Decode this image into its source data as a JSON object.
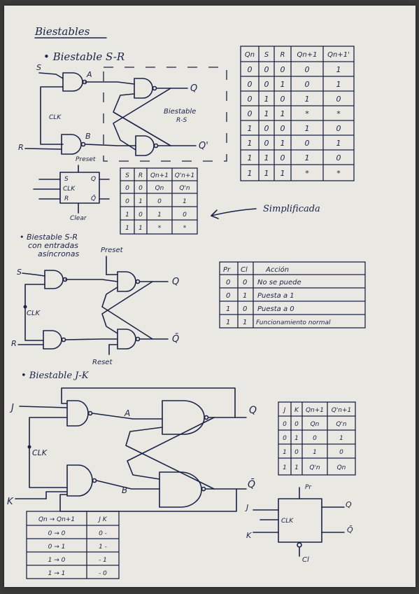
{
  "title": "Biestables",
  "sr": {
    "heading": "• Biestable S-R",
    "inputs": {
      "s": "S",
      "r": "R",
      "clk": "CLK"
    },
    "nodes": {
      "a": "A",
      "b": "B"
    },
    "outputs": {
      "q": "Q",
      "qn": "Q'"
    },
    "box_label": [
      "Biestable",
      "R-S"
    ],
    "full_table": {
      "headers": [
        "Qn",
        "S",
        "R",
        "Qn+1",
        "Qn+1'"
      ],
      "rows": [
        [
          "0",
          "0",
          "0",
          "0",
          "1"
        ],
        [
          "0",
          "0",
          "1",
          "0",
          "1"
        ],
        [
          "0",
          "1",
          "0",
          "1",
          "0"
        ],
        [
          "0",
          "1",
          "1",
          "*",
          "*"
        ],
        [
          "1",
          "0",
          "0",
          "1",
          "0"
        ],
        [
          "1",
          "0",
          "1",
          "0",
          "1"
        ],
        [
          "1",
          "1",
          "0",
          "1",
          "0"
        ],
        [
          "1",
          "1",
          "1",
          "*",
          "*"
        ]
      ]
    },
    "simplified_label": "Simplificada",
    "simple_table": {
      "headers": [
        "S",
        "R",
        "Qn+1",
        "Q'n+1"
      ],
      "rows": [
        [
          "0",
          "0",
          "Qn",
          "Q'n"
        ],
        [
          "0",
          "1",
          "0",
          "1"
        ],
        [
          "1",
          "0",
          "1",
          "0"
        ],
        [
          "1",
          "1",
          "*",
          "*"
        ]
      ]
    },
    "symbol": {
      "preset": "Preset",
      "clear": "Clear",
      "s": "S",
      "clk": "CLK",
      "r": "R",
      "q": "Q",
      "qn": "Q̄"
    }
  },
  "async": {
    "heading": [
      "• Biestable S-R",
      "con entradas",
      "asíncronas"
    ],
    "preset": "Preset",
    "reset": "Reset",
    "inputs": {
      "s": "S",
      "r": "R",
      "clk": "CLK"
    },
    "outputs": {
      "q": "Q",
      "qn": "Q̄"
    },
    "table": {
      "headers": [
        "Pr",
        "Cl",
        "Acción"
      ],
      "rows": [
        [
          "0",
          "0",
          "No se puede"
        ],
        [
          "0",
          "1",
          "Puesta a 1"
        ],
        [
          "1",
          "0",
          "Puesta a 0"
        ],
        [
          "1",
          "1",
          "Funcionamiento normal"
        ]
      ]
    }
  },
  "jk": {
    "heading": "• Biestable J-K",
    "inputs": {
      "j": "J",
      "k": "K",
      "clk": "CLK"
    },
    "nodes": {
      "a": "A",
      "b": "B"
    },
    "outputs": {
      "q": "Q",
      "qn": "Q̄"
    },
    "table": {
      "headers": [
        "J",
        "K",
        "Qn+1",
        "Q'n+1"
      ],
      "rows": [
        [
          "0",
          "0",
          "Qn",
          "Q'n"
        ],
        [
          "0",
          "1",
          "0",
          "1"
        ],
        [
          "1",
          "0",
          "1",
          "0"
        ],
        [
          "1",
          "1",
          "Q'n",
          "Qn"
        ]
      ]
    },
    "transition_table": {
      "headers": [
        "Qn → Qn+1",
        "J K"
      ],
      "rows": [
        [
          "0 → 0",
          "0 -"
        ],
        [
          "0 → 1",
          "1 -"
        ],
        [
          "1 → 0",
          "- 1"
        ],
        [
          "1 → 1",
          "- 0"
        ]
      ]
    },
    "symbol": {
      "pr": "Pr",
      "cl": "Cl",
      "j": "J",
      "k": "K",
      "clk": "CLK",
      "q": "Q",
      "qn": "Q̄"
    }
  }
}
